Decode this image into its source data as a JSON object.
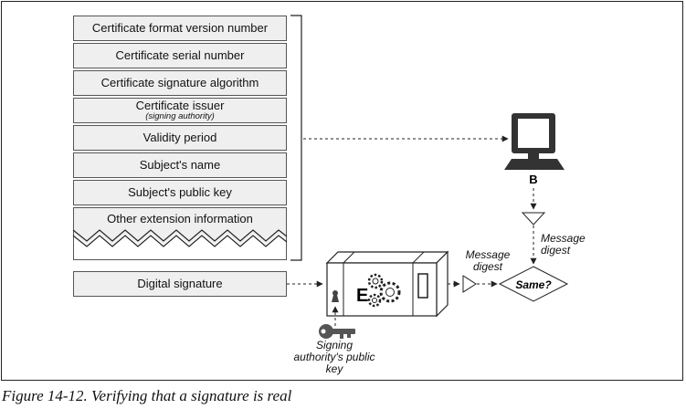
{
  "certificate_fields": [
    {
      "label": "Certificate format version number"
    },
    {
      "label": "Certificate serial number"
    },
    {
      "label": "Certificate signature algorithm"
    },
    {
      "label": "Certificate issuer",
      "sublabel": "(signing authority)"
    },
    {
      "label": "Validity period"
    },
    {
      "label": "Subject's name"
    },
    {
      "label": "Subject's public key"
    },
    {
      "label": "Other extension information"
    }
  ],
  "digital_signature": "Digital signature",
  "computer_label": "B",
  "engine_label": "E",
  "message_digest_right": "Message digest",
  "message_digest_left": "Message digest",
  "compare_label": "Same?",
  "key_label": "Signing authority's public key",
  "caption": "Figure 14-12. Verifying that a signature is real",
  "colors": {
    "field_fill": "#efefef",
    "stroke": "#222222",
    "monitor": "#333333"
  }
}
